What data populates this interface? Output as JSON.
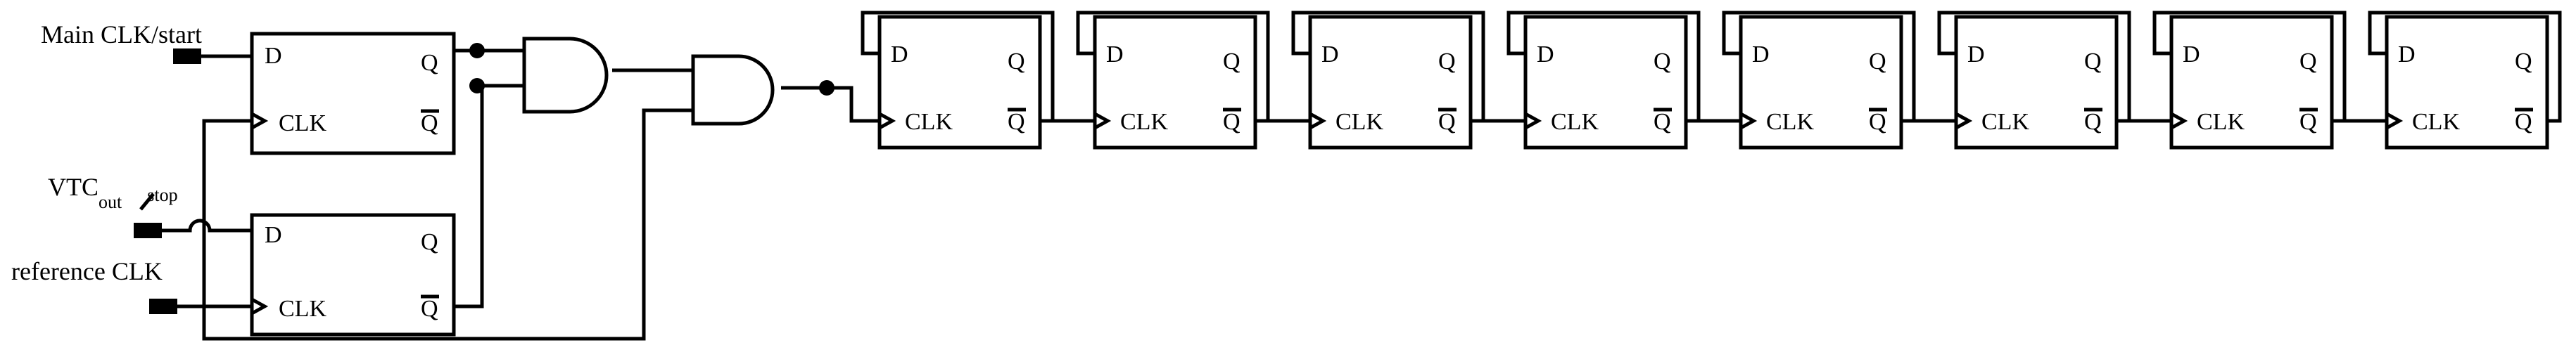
{
  "inputs": {
    "main_clk": "Main CLK/start",
    "vtc_main": "VTC",
    "vtc_sub": "out",
    "vtc_stop": "stop",
    "reference_clk": "reference CLK"
  },
  "flipflop_labels": {
    "d": "D",
    "q": "Q",
    "qbar": "Q",
    "clk": "CLK"
  },
  "counter_stage_count": 8
}
